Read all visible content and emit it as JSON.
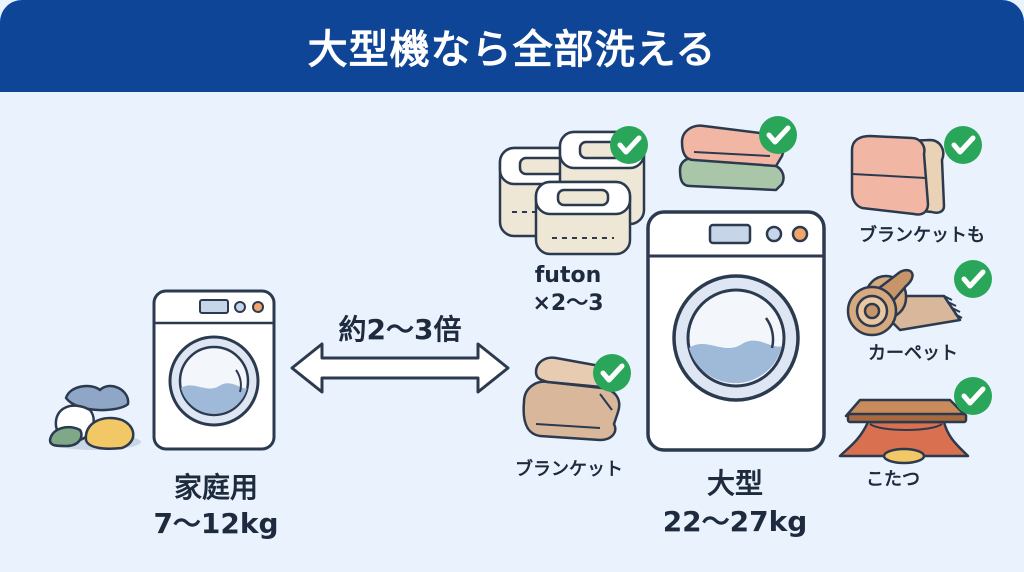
{
  "header": {
    "title": "大型機なら全部洗える"
  },
  "home_machine": {
    "label": "家庭用",
    "capacity": "7〜12kg"
  },
  "comparison": {
    "label": "約2〜3倍"
  },
  "large_machine": {
    "label": "大型",
    "capacity": "22〜27kg"
  },
  "items": {
    "futon": {
      "label": "futon",
      "quantity": "×2〜3"
    },
    "blanket": {
      "label": "ブランケット"
    },
    "blanket_also": {
      "label": "ブランケットも"
    },
    "carpet": {
      "label": "カーペット"
    },
    "kotatsu": {
      "label": "こたつ"
    }
  },
  "colors": {
    "header": "#0f4596",
    "background": "#eaf3fd",
    "check": "#2aa65a",
    "outline": "#2c3a4f"
  }
}
